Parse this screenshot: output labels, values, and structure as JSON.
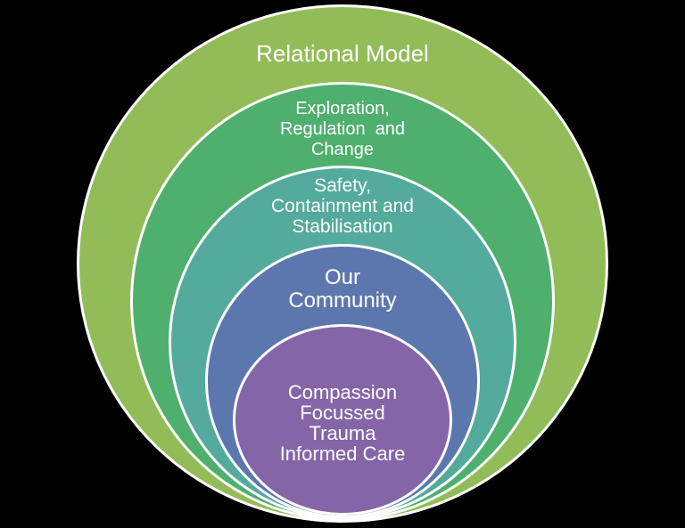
{
  "diagram": {
    "type": "nested-circles",
    "title": "Relational Model",
    "background_color": "#000000",
    "ring_border_color": "#FFFFFF",
    "text_color": "#FFFFFF",
    "rings": [
      {
        "name": "relational-model",
        "label": "Relational Model",
        "text": "Relational Model",
        "color": "#92BC58"
      },
      {
        "name": "exploration-regulation-and-change",
        "label": "Exploration, Regulation and Change",
        "text": "Exploration,\nRegulation  and\nChange",
        "color": "#4FAF6D"
      },
      {
        "name": "safety-containment-and-stabilisation",
        "label": "Safety, Containment and Stabilisation",
        "text": "Safety,\nContainment and\nStabilisation",
        "color": "#54AB9D"
      },
      {
        "name": "our-community",
        "label": "Our Community",
        "text": "Our\nCommunity",
        "color": "#5C77AE"
      },
      {
        "name": "compassion-focussed-trauma-informed-care",
        "label": "Compassion Focussed Trauma Informed Care",
        "text": "Compassion\nFocussed\nTrauma\nInformed Care",
        "color": "#8465A7"
      }
    ]
  }
}
